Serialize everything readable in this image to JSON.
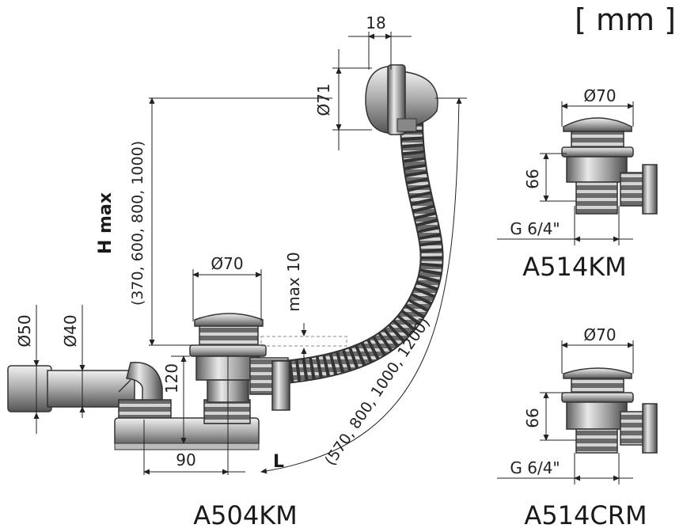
{
  "unit_label": "[ mm ]",
  "main_assembly": {
    "model_label": "A504KM",
    "h_max_label": "H max",
    "h_max_values": "(370, 600, 800, 1000)",
    "l_label": "L",
    "l_values": "(570, 800, 1000, 1200)",
    "overflow_width": "18",
    "overflow_diameter": "Ø71",
    "waste_diameter": "Ø70",
    "max_label": "max 10",
    "height_120": "120",
    "offset_90": "90",
    "outlet_d50": "Ø50",
    "outlet_d40": "Ø40"
  },
  "a514km": {
    "model_label": "A514KM",
    "diameter": "Ø70",
    "height": "66",
    "thread": "G 6/4\""
  },
  "a514crm": {
    "model_label": "A514CRM",
    "diameter": "Ø70",
    "height": "66",
    "thread": "G 6/4\""
  }
}
